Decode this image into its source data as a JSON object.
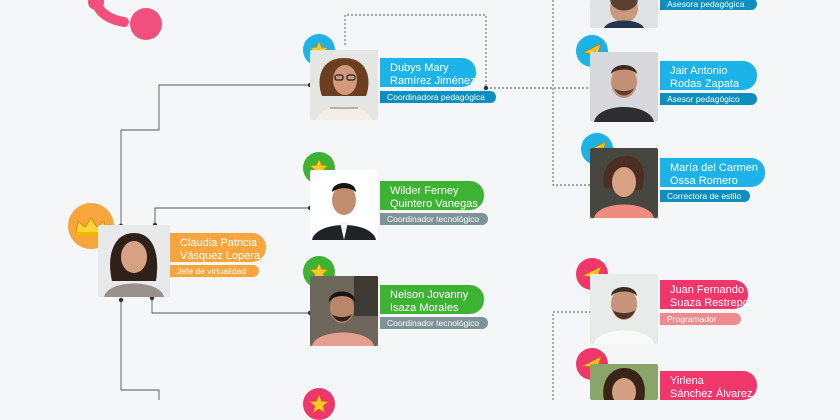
{
  "colors": {
    "blue": "#1bb3e8",
    "blue_dark": "#0a8fbf",
    "green": "#3db334",
    "gray": "#7e9398",
    "orange": "#f7a53c",
    "pink": "#f0366b",
    "pink_light": "#ef8a8d",
    "line": "#555555",
    "logo": "#f2507c"
  },
  "people": {
    "asesora_top": {
      "name_line1": "",
      "name_line2": "",
      "role": "Asesora pedagógica",
      "badge": "paper-plane-icon"
    },
    "dubys": {
      "name_line1": "Dubys Mary",
      "name_line2": "Ramírez Jiménez",
      "role": "Coordinadora pedagógica",
      "badge": "star-icon"
    },
    "jair": {
      "name_line1": "Jair Antonio",
      "name_line2": "Rodas Zapata",
      "role": "Asesor pedagógico",
      "badge": "paper-plane-icon"
    },
    "maria": {
      "name_line1": "María del Carmen",
      "name_line2": "Ossa Romero",
      "role": "Correctora de estilo",
      "badge": "paper-plane-icon"
    },
    "wilder": {
      "name_line1": "Wilder Ferney",
      "name_line2": "Quintero Vanegas",
      "role": "Coordinador tecnológico",
      "badge": "star-icon"
    },
    "claudia": {
      "name_line1": "Claudia Patricia",
      "name_line2": "Vásquez Lopera",
      "role": "Jefe de virtualidad",
      "badge": "crown-icon"
    },
    "nelson": {
      "name_line1": "Nelson Jovanny",
      "name_line2": "Isaza Morales",
      "role": "Coordinador tecnológico",
      "badge": "star-icon"
    },
    "juan": {
      "name_line1": "Juan Fernando",
      "name_line2": "Suaza Restrepo",
      "role": "Programador",
      "badge": "paper-plane-icon"
    },
    "yirlena": {
      "name_line1": "Yirlena",
      "name_line2": "Sánchez Álvarez",
      "role": "",
      "badge": "paper-plane-icon"
    },
    "bottom": {
      "badge": "star-icon"
    }
  }
}
